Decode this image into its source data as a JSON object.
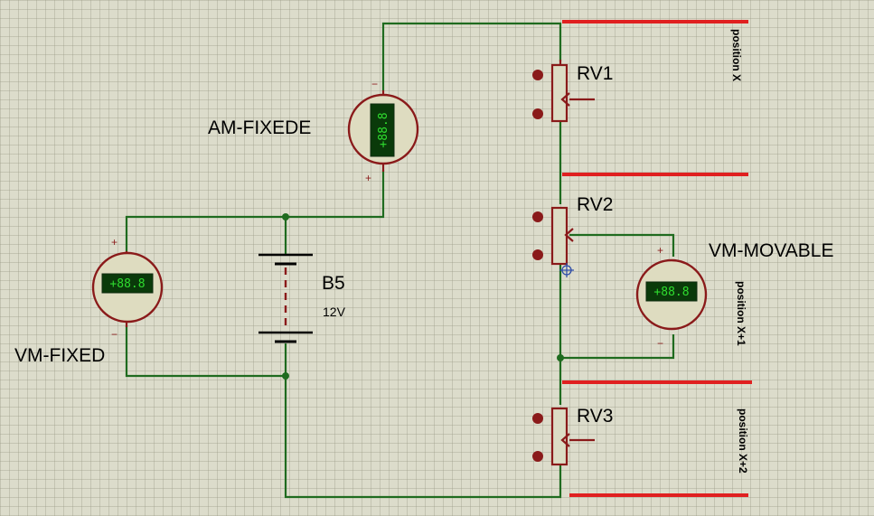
{
  "components": {
    "ammeter": {
      "name": "AM-FIXEDE",
      "display": "+88.8"
    },
    "voltmeter_fixed": {
      "name": "VM-FIXED",
      "display": "+88.8"
    },
    "voltmeter_movable": {
      "name": "VM-MOVABLE",
      "display": "+88.8"
    },
    "battery": {
      "name": "B5",
      "value": "12V"
    },
    "rv1": {
      "name": "RV1"
    },
    "rv2": {
      "name": "RV2"
    },
    "rv3": {
      "name": "RV3"
    }
  },
  "positions": {
    "x": "position X",
    "x1": "position X+1",
    "x2": "position X+2"
  },
  "polarity": {
    "plus": "+",
    "minus": "−"
  },
  "colors": {
    "wire": "#1f6b1f",
    "component": "#8a1a1a",
    "marker": "#e02020",
    "background": "#dcdccb"
  }
}
